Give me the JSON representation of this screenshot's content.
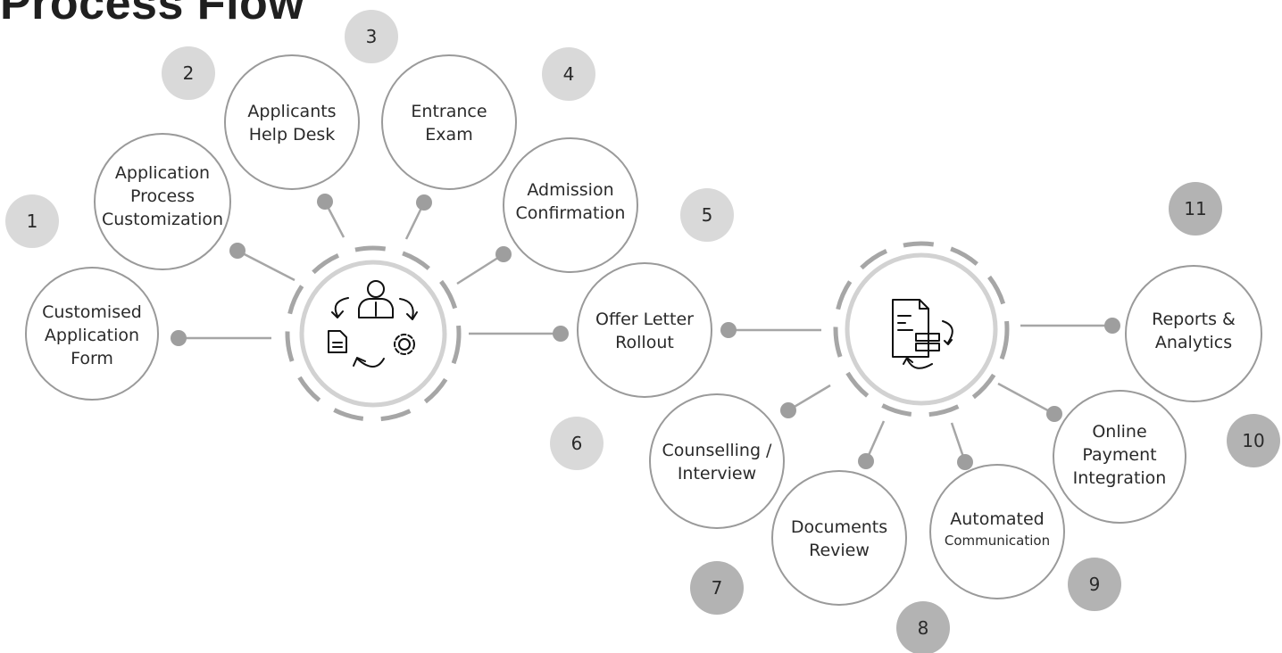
{
  "title": "Process Flow",
  "steps": [
    {
      "number": "1",
      "lines": [
        "Customised",
        "Application",
        "Form"
      ]
    },
    {
      "number": "2",
      "lines": [
        "Application",
        "Process",
        "Customization"
      ]
    },
    {
      "number": "3",
      "lines": [
        "Applicants",
        "Help Desk"
      ]
    },
    {
      "number": "4",
      "lines": [
        "Entrance",
        "Exam"
      ]
    },
    {
      "number": "5",
      "lines": [
        "Admission",
        "Confirmation"
      ]
    },
    {
      "number": "6",
      "lines": [
        "Offer Letter",
        "Rollout"
      ]
    },
    {
      "number": "7",
      "lines": [
        "Counselling /",
        "Interview"
      ]
    },
    {
      "number": "8",
      "lines": [
        "Documents",
        "Review"
      ]
    },
    {
      "number": "9",
      "lines": [
        "Automated",
        "Communication"
      ]
    },
    {
      "number": "10",
      "lines": [
        "Online",
        "Payment",
        "Integration"
      ]
    },
    {
      "number": "11",
      "lines": [
        "Reports &",
        "Analytics"
      ]
    }
  ],
  "hubs": [
    {
      "icon": "user-workflow-icon"
    },
    {
      "icon": "document-server-sync-icon"
    }
  ],
  "colors": {
    "circle_stroke": "#9a9a9a",
    "connector": "#a6a6a6",
    "dot": "#9e9e9e",
    "number_badge_light": "#d9d9d9",
    "number_badge_dark": "#b3b3b3",
    "hub_ring": "#d2d2d2"
  }
}
